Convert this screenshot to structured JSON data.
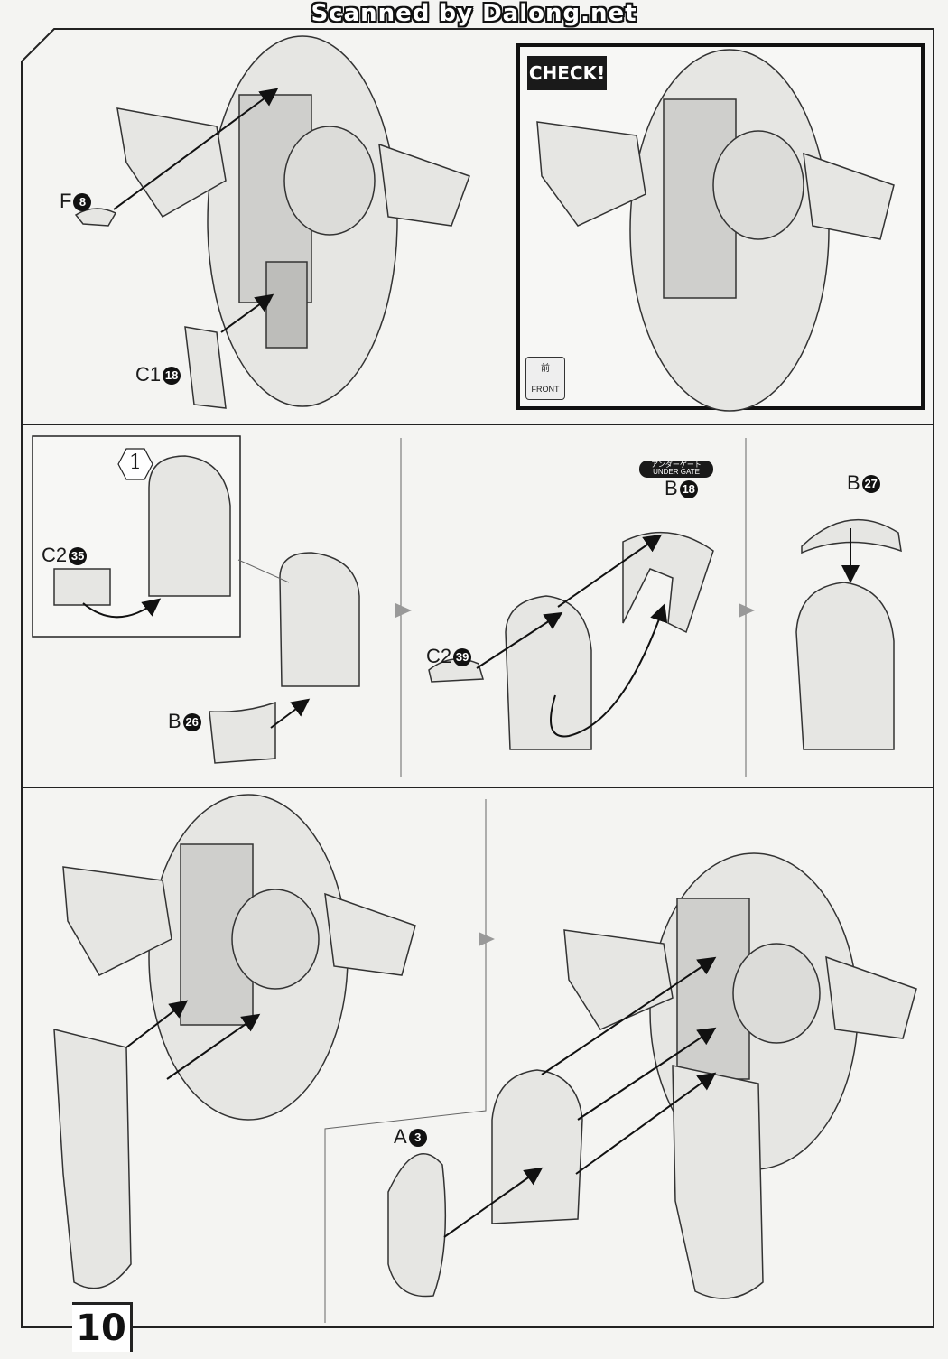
{
  "header": {
    "watermark": "Scanned by Dalong.net"
  },
  "top_section": {
    "parts": [
      {
        "letter": "F",
        "number": "8"
      },
      {
        "letter": "C1",
        "number": "18"
      }
    ],
    "check_panel": {
      "badge": "CHECK!",
      "front_kanji": "前",
      "front_label": "FRONT"
    }
  },
  "middle_section": {
    "step_number": "1",
    "inset_part": {
      "letter": "C2",
      "number": "35"
    },
    "parts": [
      {
        "letter": "B",
        "number": "26"
      },
      {
        "letter": "C2",
        "number": "39"
      },
      {
        "letter": "B",
        "number": "18"
      },
      {
        "letter": "B",
        "number": "27"
      }
    ],
    "under_gate": {
      "jp": "アンダーゲート",
      "en": "UNDER GATE"
    }
  },
  "bottom_section": {
    "parts": [
      {
        "letter": "A",
        "number": "3"
      }
    ]
  },
  "footer": {
    "page_number": "10"
  }
}
